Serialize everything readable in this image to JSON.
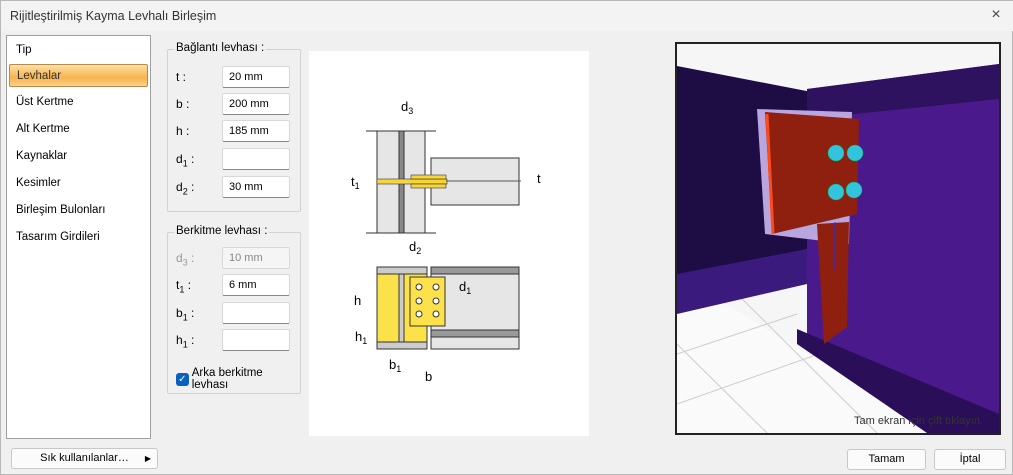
{
  "window": {
    "title": "Rijitleştirilmiş Kayma Levhalı Birleşim",
    "close_icon": "×"
  },
  "nav": {
    "items": [
      {
        "label": "Tip"
      },
      {
        "label": "Levhalar",
        "active": true
      },
      {
        "label": "Üst Kertme"
      },
      {
        "label": "Alt Kertme"
      },
      {
        "label": "Kaynaklar"
      },
      {
        "label": "Kesimler"
      },
      {
        "label": "Birleşim Bulonları"
      },
      {
        "label": "Tasarım Girdileri"
      }
    ]
  },
  "baglanti": {
    "title": "Bağlantı levhası :",
    "fields": [
      {
        "label": "t",
        "sub": "",
        "value": "20 mm"
      },
      {
        "label": "b",
        "sub": "",
        "value": "200 mm"
      },
      {
        "label": "h",
        "sub": "",
        "value": "185 mm"
      },
      {
        "label": "d",
        "sub": "1",
        "value": ""
      },
      {
        "label": "d",
        "sub": "2",
        "value": "30 mm"
      }
    ]
  },
  "berkitme": {
    "title": "Berkitme levhası :",
    "fields": [
      {
        "label": "d",
        "sub": "3",
        "value": "10 mm",
        "disabled": true
      },
      {
        "label": "t",
        "sub": "1",
        "value": "6 mm"
      },
      {
        "label": "b",
        "sub": "1",
        "value": ""
      },
      {
        "label": "h",
        "sub": "1",
        "value": ""
      }
    ],
    "checkbox": {
      "label": "Arka berkitme levhası",
      "checked": true
    }
  },
  "diagram": {
    "labels": {
      "d3": "d",
      "d3s": "3",
      "t1": "t",
      "t1s": "1",
      "t": "t",
      "d2": "d",
      "d2s": "2",
      "d1": "d",
      "d1s": "1",
      "h": "h",
      "h1": "h",
      "h1s": "1",
      "b1": "b",
      "b1s": "1",
      "b": "b"
    }
  },
  "view3d": {
    "hint": "Tam ekran için çift tıklayın."
  },
  "footer": {
    "favorites": "Sık kullanılanlar…",
    "ok": "Tamam",
    "cancel": "İptal"
  }
}
